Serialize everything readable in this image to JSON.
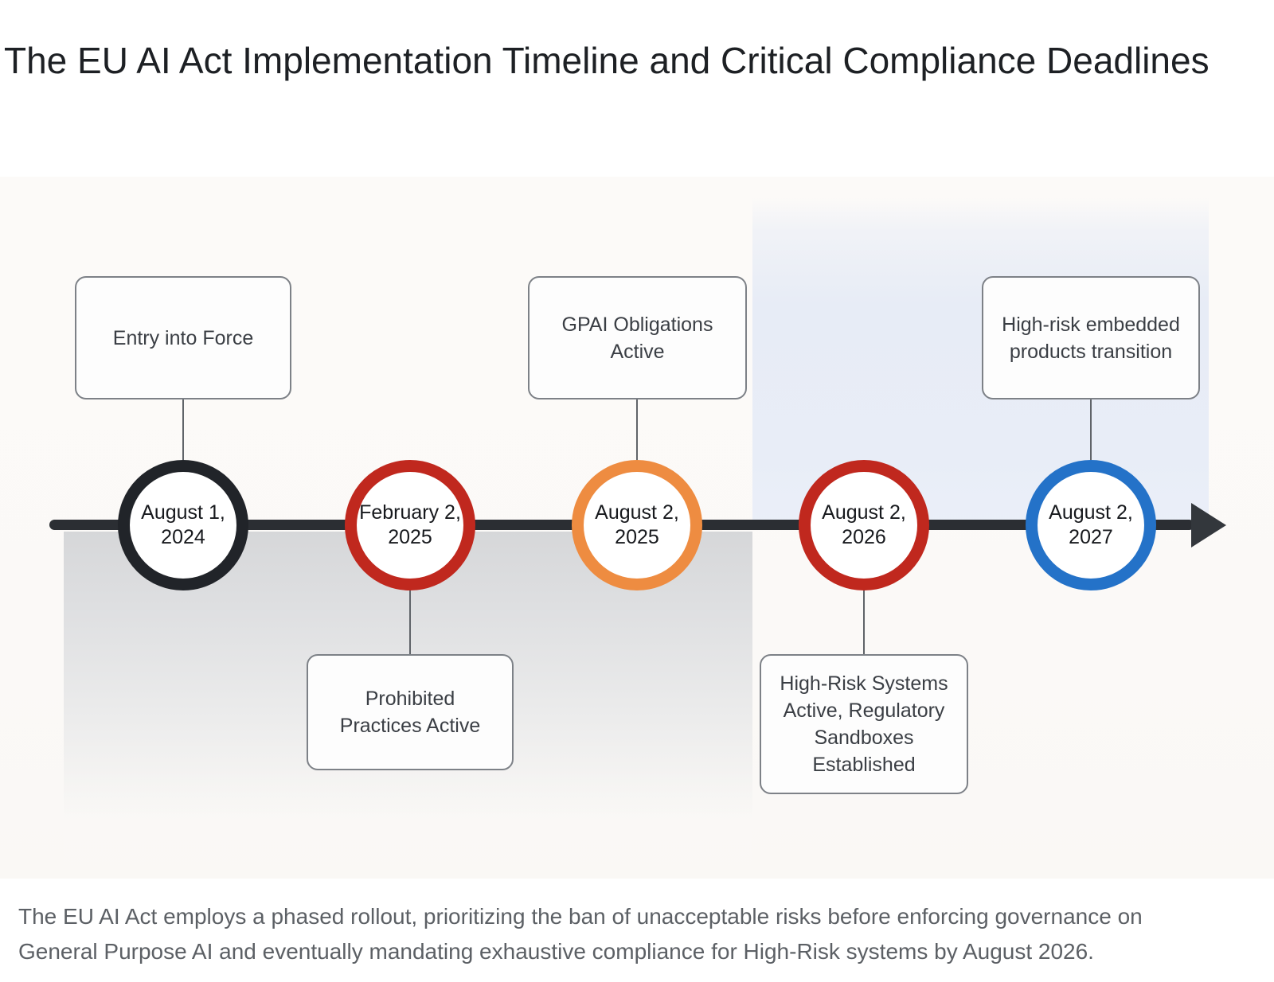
{
  "page": {
    "title": "The EU AI Act Implementation Timeline and Critical Compliance Deadlines",
    "caption": "The EU AI Act employs a phased rollout, prioritizing the ban of unacceptable risks before enforcing governance on General Purpose AI and eventually mandating exhaustive compliance for High-Risk systems by August 2026."
  },
  "colors": {
    "axis": "#2b2e33",
    "arrowhead": "#33373c",
    "connector": "#606469",
    "box_border": "#7d8187",
    "gray_region": "#d6d7d9",
    "blue_region": "#e8edf7"
  },
  "timeline": {
    "direction": "left-to-right",
    "milestones": [
      {
        "date": "August 1, 2024",
        "date_line1": "August 1,",
        "date_line2": "2024",
        "label": "Entry into Force",
        "label_position": "above",
        "ring_color": "#212429"
      },
      {
        "date": "February 2, 2025",
        "date_line1": "February 2,",
        "date_line2": "2025",
        "label": "Prohibited Practices Active",
        "label_position": "below",
        "ring_color": "#c0281e"
      },
      {
        "date": "August 2, 2025",
        "date_line1": "August 2,",
        "date_line2": "2025",
        "label": "GPAI Obligations Active",
        "label_position": "above",
        "ring_color": "#ee8c41"
      },
      {
        "date": "August 2, 2026",
        "date_line1": "August 2,",
        "date_line2": "2026",
        "label": "High-Risk Systems Active, Regulatory Sandboxes Established",
        "label_position": "below",
        "ring_color": "#c0281e"
      },
      {
        "date": "August 2, 2027",
        "date_line1": "August 2,",
        "date_line2": "2027",
        "label": "High-risk embedded products transition",
        "label_position": "above",
        "ring_color": "#2472c8"
      }
    ]
  }
}
